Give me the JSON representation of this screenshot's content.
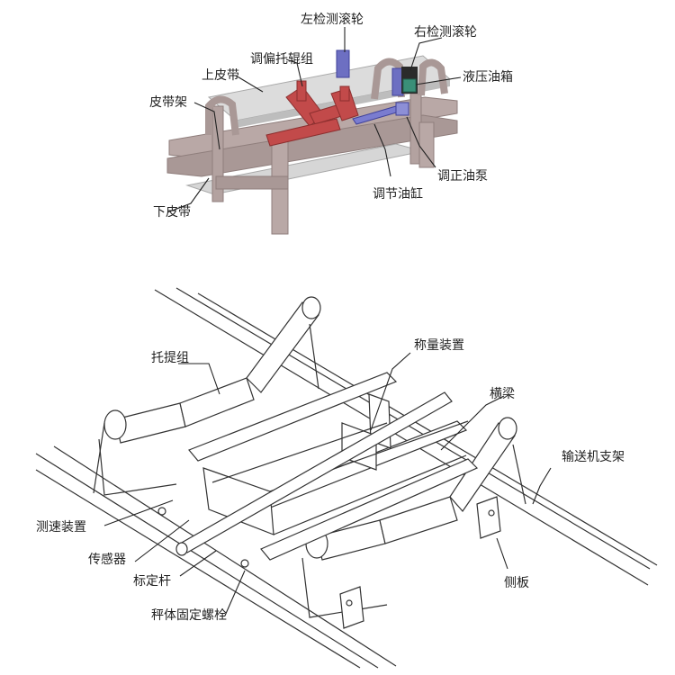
{
  "top_diagram": {
    "labels": {
      "left_detect_roller": "左检测滚轮",
      "right_detect_roller": "右检测滚轮",
      "deviation_idler_group": "调偏托辊组",
      "upper_belt": "上皮带",
      "hydraulic_tank": "液压油箱",
      "belt_frame": "皮带架",
      "correction_pump": "调正油泵",
      "adjust_cylinder": "调节油缸",
      "lower_belt": "下皮带"
    }
  },
  "bottom_diagram": {
    "labels": {
      "idler_group": "托提组",
      "weighing_device": "称量装置",
      "crossbeam": "横梁",
      "conveyor_frame": "输送机支架",
      "speed_device": "测速装置",
      "sensor": "传感器",
      "calibration_rod": "标定杆",
      "side_plate": "侧板",
      "scale_bolt": "秤体固定螺栓"
    }
  },
  "colors": {
    "frame_gray": "#b9a8a6",
    "frame_dark": "#8f7e7c",
    "belt_gray": "#d8d8d8",
    "idler_red": "#c24a4a",
    "roller_blue": "#6d6fc2",
    "tank_green": "#3a8f78",
    "line": "#222222"
  }
}
